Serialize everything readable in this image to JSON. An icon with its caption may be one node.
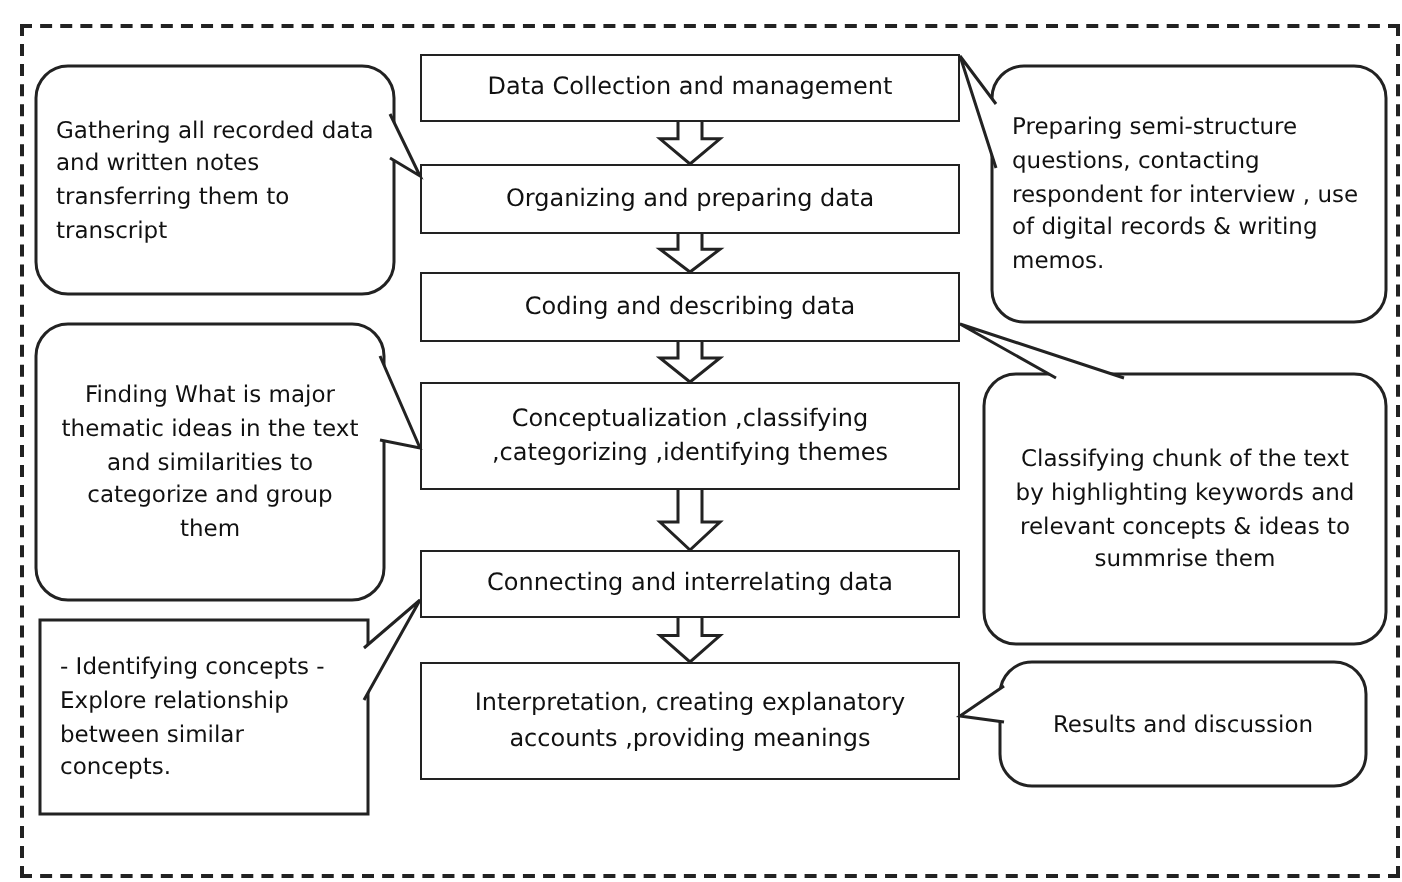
{
  "diagram": {
    "nodes": [
      {
        "text": [
          "Data Collection and management"
        ]
      },
      {
        "text": [
          "Organizing and preparing data"
        ]
      },
      {
        "text": [
          "Coding and describing data"
        ]
      },
      {
        "text": [
          "Conceptualization ,classifying ,categorizing ,identifying themes"
        ]
      },
      {
        "text": [
          "Connecting and interrelating data"
        ]
      },
      {
        "text": [
          "Interpretation, creating explanatory accounts ,providing meanings"
        ]
      },
      {
        "text": [
          "Gathering all recorded data and written notes transferring them to transcript"
        ]
      },
      {
        "text": [
          "Preparing semi-structure questions, contacting respondent for interview , use of digital records & writing memos."
        ]
      },
      {
        "text": [
          "Finding What is major thematic ideas in the text and similarities to  categorize and group them"
        ]
      },
      {
        "text": [
          "Classifying chunk of the text  by highlighting keywords and relevant concepts  &  ideas to summrise them"
        ]
      },
      {
        "text": [
          "- Identifying concepts - Explore relationship between similar concepts."
        ]
      },
      {
        "text": [
          "Results and discussion"
        ]
      }
    ],
    "edges": [
      {
        "from": 0,
        "to": 1,
        "arrow": "to"
      },
      {
        "from": 1,
        "to": 2,
        "arrow": "to"
      },
      {
        "from": 2,
        "to": 3,
        "arrow": "to"
      },
      {
        "from": 3,
        "to": 4,
        "arrow": "to"
      },
      {
        "from": 4,
        "to": 5,
        "arrow": "to"
      }
    ]
  }
}
